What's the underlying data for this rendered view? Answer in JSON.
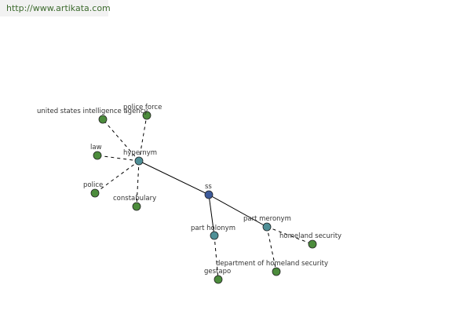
{
  "header": {
    "url": "http://www.artikata.com"
  },
  "colors": {
    "root": "#3c5a9a",
    "relation": "#4f8f96",
    "leaf": "#4c8c3c"
  },
  "graph": {
    "root": {
      "label": "ss"
    },
    "relations": [
      {
        "label": "hypernym"
      },
      {
        "label": "part holonym"
      },
      {
        "label": "part meronym"
      }
    ],
    "leaves": [
      {
        "label": "united states intelligence agency"
      },
      {
        "label": "police force"
      },
      {
        "label": "law"
      },
      {
        "label": "police"
      },
      {
        "label": "constabulary"
      },
      {
        "label": "gestapo"
      },
      {
        "label": "department of homeland security"
      },
      {
        "label": "homeland security"
      }
    ]
  }
}
